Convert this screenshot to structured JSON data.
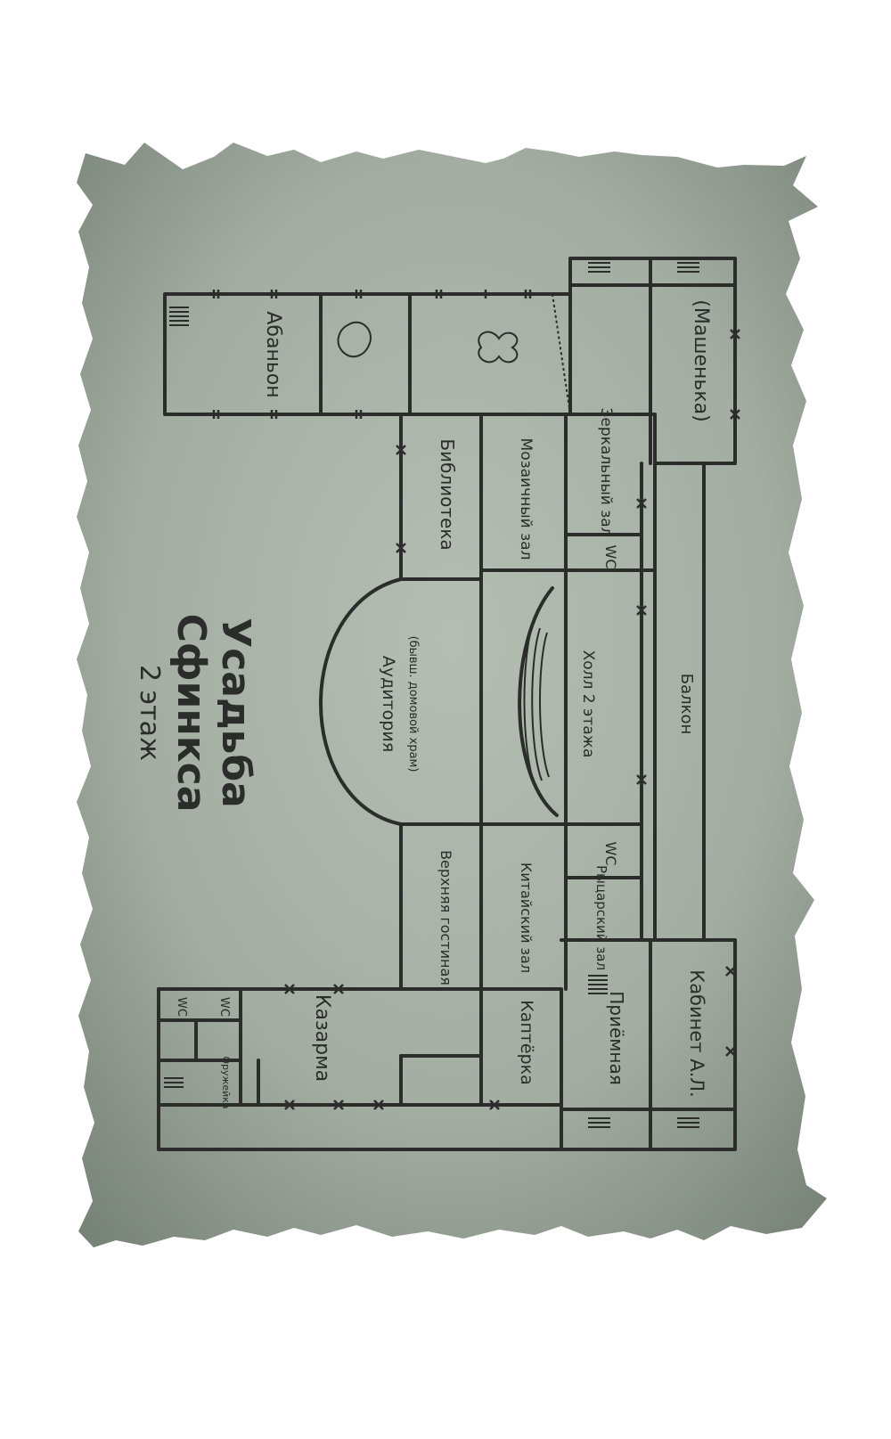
{
  "title": {
    "line1": "Усадьба",
    "line2": "Сфинкса",
    "line3": "2 этаж"
  },
  "rooms": {
    "abandon": "Абаньон",
    "biblioteka": "Библиотека",
    "mozaichny": "Мозаичный зал",
    "zerkalny": "Зеркальный зал",
    "mashenka": "(Машенька)",
    "wc_upper": "WC",
    "auditoria": "Аудитория",
    "auditoria_note": "(бывш. домовой храм)",
    "holl": "Холл 2 этажа",
    "balkon": "Балкон",
    "wc_middle": "WC",
    "verhnyaya_gostinaya": "Верхняя гостиная",
    "kitaisky": "Китайский зал",
    "rytsarsky": "Рыцарский зал",
    "kazarma": "Казарма",
    "wc_left_1": "WC",
    "wc_left_2": "WC",
    "oruzheika": "Оружейка",
    "kaptyorka": "Каптёрка",
    "priyomnaya": "Приёмная",
    "kabinet": "Кабинет А.Л."
  },
  "colors": {
    "paper": "#a9b3a8",
    "paper_dark": "#7d877c",
    "ink": "#2a2d29"
  }
}
